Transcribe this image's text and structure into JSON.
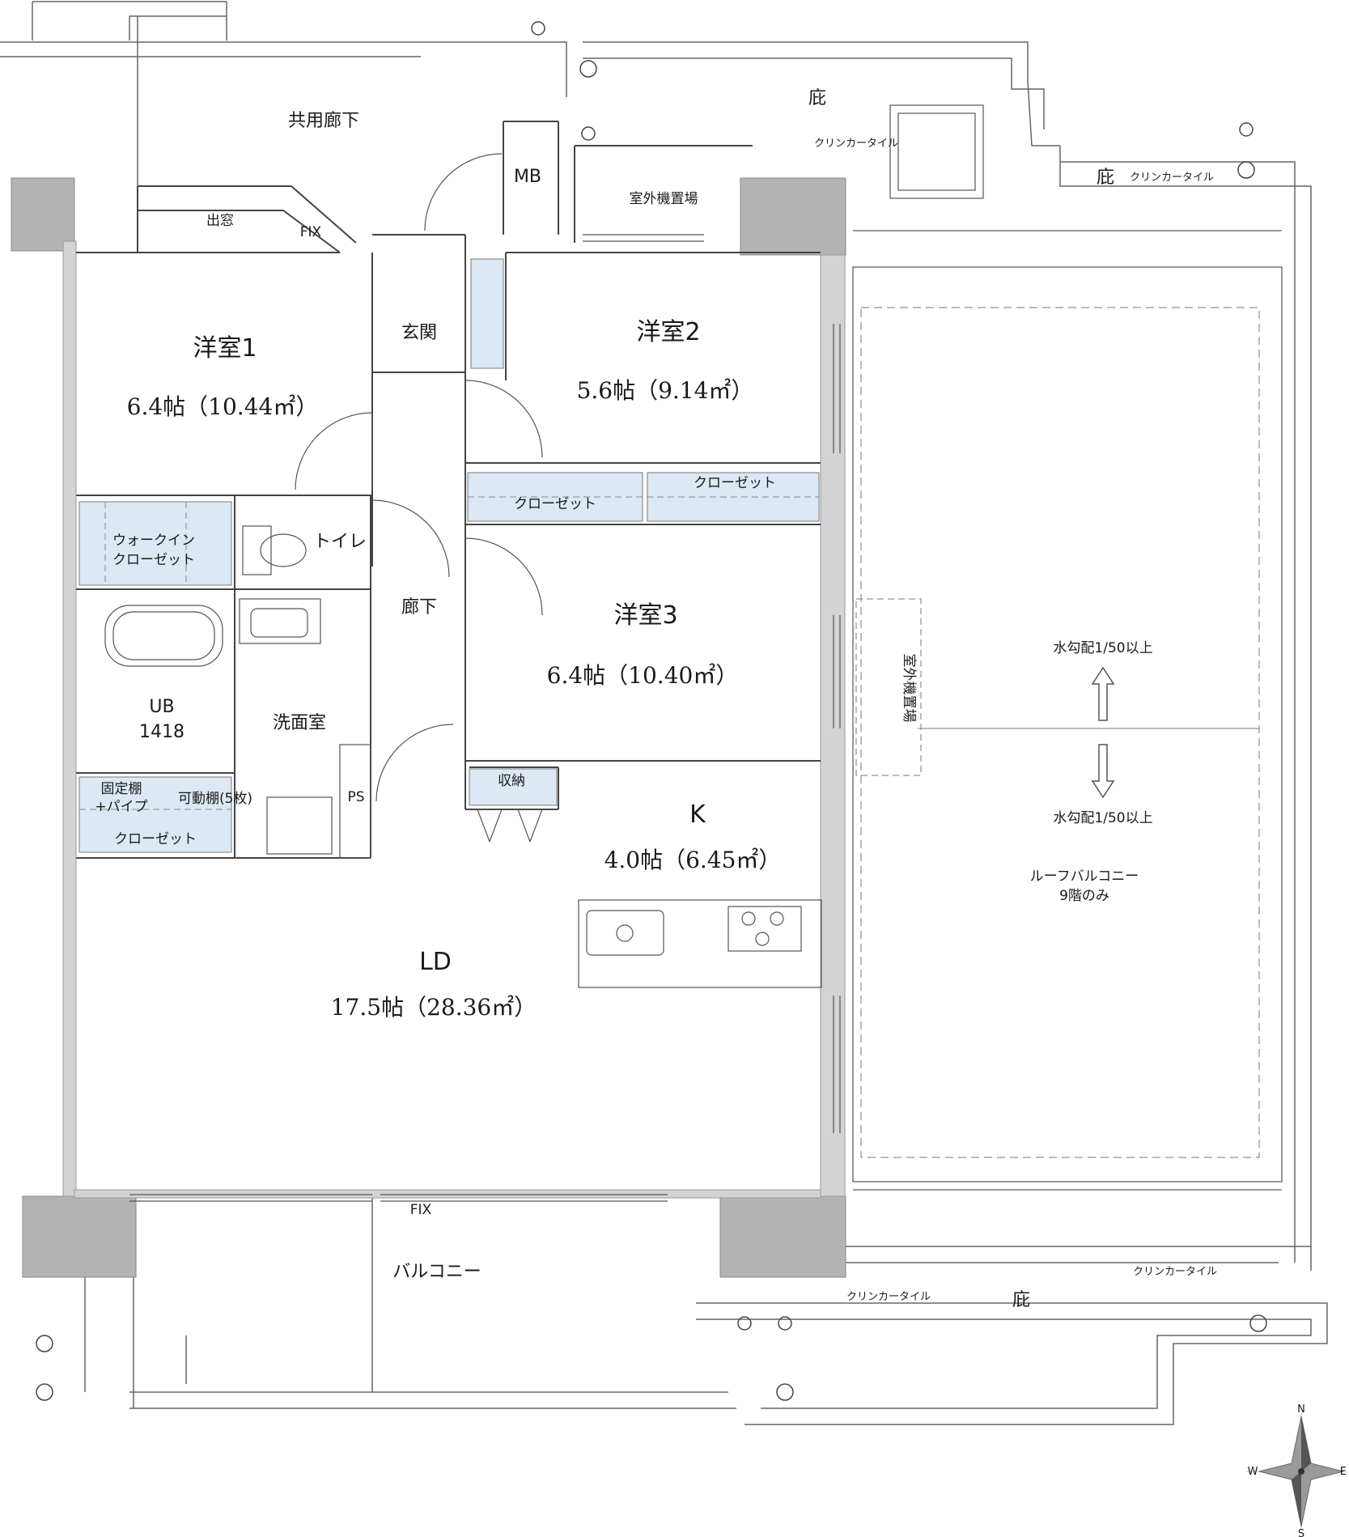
{
  "rooms": {
    "western1": {
      "name": "洋室1",
      "area": "6.4帖（10.44㎡）"
    },
    "western2": {
      "name": "洋室2",
      "area": "5.6帖（9.14㎡）"
    },
    "western3": {
      "name": "洋室3",
      "area": "6.4帖（10.40㎡）"
    },
    "kitchen": {
      "name": "K",
      "area": "4.0帖（6.45㎡）"
    },
    "living": {
      "name": "LD",
      "area": "17.5帖（28.36㎡）"
    },
    "ub": {
      "name": "UB",
      "size": "1418"
    },
    "toilet": "トイレ",
    "washroom": "洗面室",
    "entrance": "玄関",
    "hallway": "廊下",
    "mb": "MB",
    "ps": "PS",
    "storage": "収納",
    "walk_in_closet": [
      "ウォークイン",
      "クローゼット"
    ],
    "closet": "クローゼット",
    "fixed_shelf": [
      "固定棚",
      "+パイプ"
    ],
    "movable_shelf": "可動棚(5枚)",
    "bay_window": "出窓"
  },
  "outdoor": {
    "common_corridor": "共用廊下",
    "ac_area": "室外機置場",
    "ac_area_vertical": "室外機置場",
    "eaves": "庇",
    "clinker_tile": "クリンカータイル",
    "balcony": "バルコニー",
    "roof_balcony": [
      "ルーフバルコニー",
      "9階のみ"
    ],
    "slope": "水勾配1/50以上",
    "fix": "FIX"
  },
  "compass": {
    "n": "N",
    "s": "S",
    "e": "E",
    "w": "W"
  }
}
